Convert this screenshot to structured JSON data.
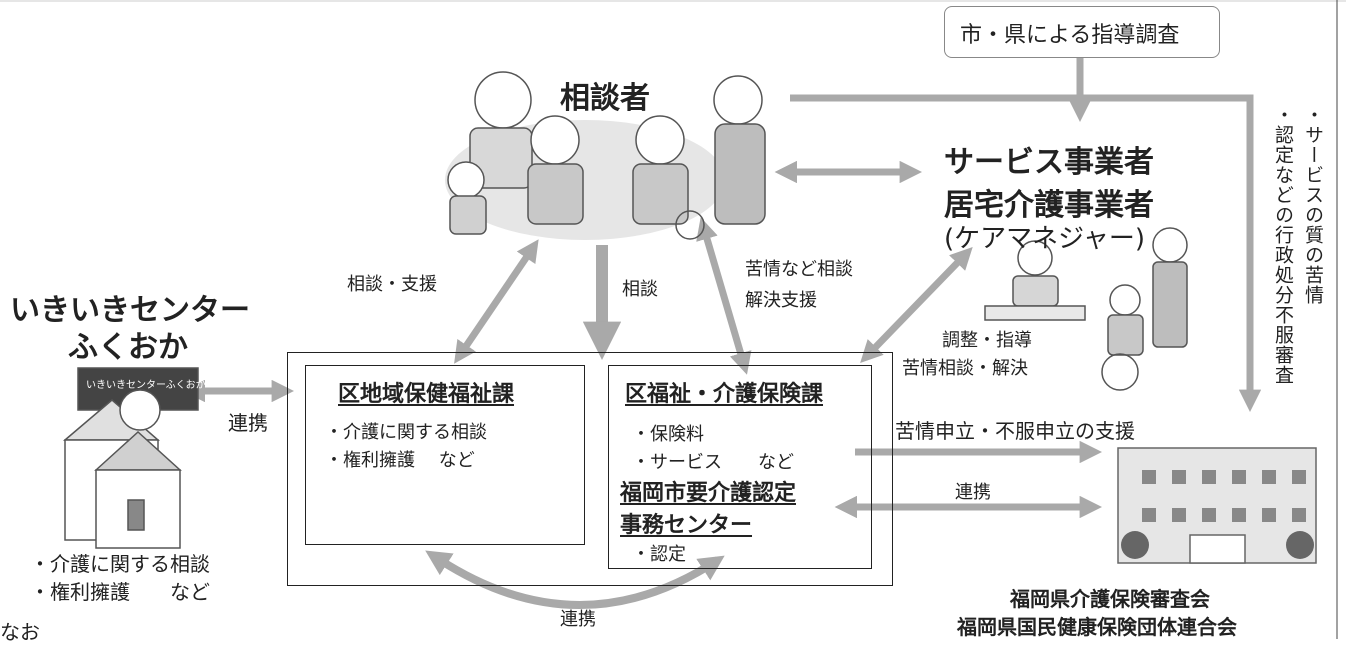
{
  "top_cut_text": "",
  "guidance_box": "市・県による指導調査",
  "consultant": "相談者",
  "service_provider": {
    "line1": "サービス事業者",
    "line2": "居宅介護事業者",
    "line3": "(ケアマネジャー)"
  },
  "ikiiki": {
    "line1": "いきいきセンター",
    "line2": "ふくおか",
    "sign": "いきいきセンターふくおか",
    "item1": "・介護に関する相談",
    "item2": "・権利擁護　　など"
  },
  "ward_welfare": {
    "title": "区地域保健福祉課",
    "item1": "・介護に関する相談",
    "item2": "・権利擁護　 など"
  },
  "ward_care": {
    "title": "区福祉・介護保険課",
    "item1": "・保険料",
    "item2": "・サービス　　など",
    "center_title1": "福岡市要介護認定",
    "center_title2": "事務センター",
    "item3": "・認定"
  },
  "labels": {
    "consult_support": "相談・支援",
    "consult": "相談",
    "complaint_consult1": "苦情など相談",
    "complaint_consult2": "解決支援",
    "adjust1": "調整・指導",
    "adjust2": "苦情相談・解決",
    "cooperation_left": "連携",
    "complaint_appeal": "苦情申立・不服申立の支援",
    "cooperation_right": "連携",
    "cooperation_bottom": "連携"
  },
  "vertical_note": {
    "line1": "・サービスの質の苦情",
    "line2": "・認定などの行政処分不服審査"
  },
  "council": {
    "line1": "福岡県介護保険審査会",
    "line2": "福岡県国民健康保険団体連合会"
  },
  "footer_cut": "なお",
  "colors": {
    "arrow": "#a9a9a9",
    "box_border": "#222222"
  }
}
